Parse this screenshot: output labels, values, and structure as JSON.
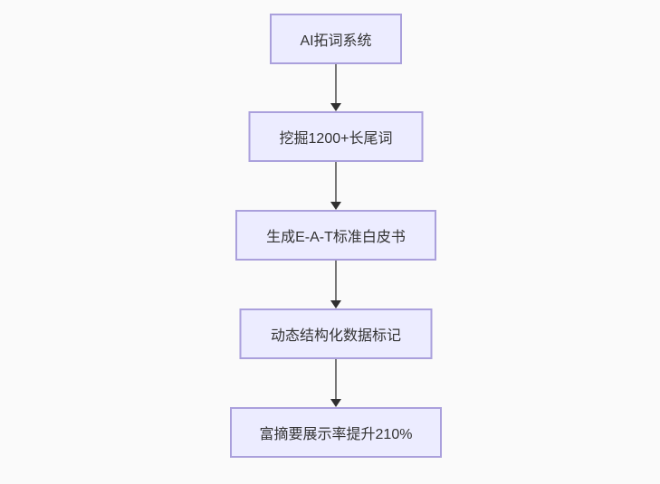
{
  "canvas": {
    "background": "#fafafa"
  },
  "diagram": {
    "type": "flowchart",
    "direction": "top-down",
    "node_style": {
      "fill": "#ECECFF",
      "border": "#9370DB",
      "text_color": "#333333"
    },
    "edge_style": {
      "line_color": "#757575",
      "arrowhead_color": "#333333"
    },
    "nodes": [
      {
        "label": "AI拓词系统"
      },
      {
        "label": "挖掘1200+长尾词"
      },
      {
        "label": "生成E-A-T标准白皮书"
      },
      {
        "label": "动态结构化数据标记"
      },
      {
        "label": "富摘要展示率提升210%"
      }
    ],
    "edges": [
      {
        "from": 0,
        "to": 1
      },
      {
        "from": 1,
        "to": 2
      },
      {
        "from": 2,
        "to": 3
      },
      {
        "from": 3,
        "to": 4
      }
    ]
  }
}
